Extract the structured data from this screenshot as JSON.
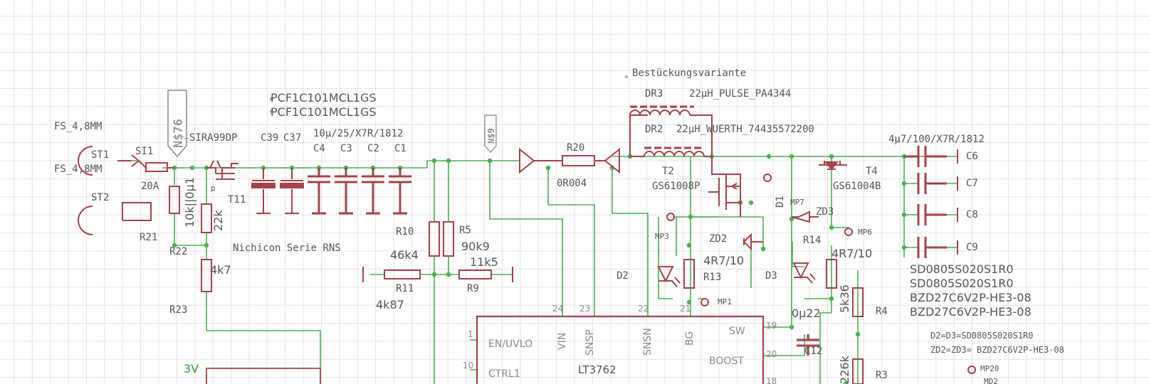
{
  "colors": {
    "wire": "#4caf50",
    "part": "#a5424a",
    "text": "#555555",
    "pin": "#7a7a7a",
    "grid": "#e3e3e3"
  },
  "connectors": {
    "st1": "ST1",
    "st2": "ST2",
    "fs_top": "FS_4,8MM",
    "fs_bot": "FS_4,8MM"
  },
  "fuse": {
    "name": "SI1",
    "value": "20A"
  },
  "nets": {
    "n76": "N$76",
    "n9": "N$9",
    "v3": "3V"
  },
  "resistors": {
    "r21": "R21",
    "r22": "R22",
    "r23": "R23",
    "r21_val": "10k||0µ1",
    "r22_val": "22k",
    "r23_val": "4k7",
    "r10": "R10",
    "r5": "R5",
    "r10_val": "46k4",
    "r5_val": "90k9",
    "r11": "R11",
    "r9": "R9",
    "r11_val": "4k87",
    "r9_val": "11k5",
    "r20": "R20",
    "r20_val": "0R004",
    "r13": "R13",
    "r13_val": "4R7/10",
    "r14": "R14",
    "r14_val": "4R7/10",
    "r4": "R4",
    "r4_val": "5k36",
    "r3": "R3",
    "r3_val": "226k"
  },
  "mosfets": {
    "t11": "T11",
    "t11_part": "SIRA99DP",
    "t2": "T2",
    "t2_part": "GS61008P",
    "t4": "T4",
    "t4_part": "GS61004B",
    "p_label": "p"
  },
  "capacitors": {
    "c39": "C39",
    "c37": "C37",
    "c4": "C4",
    "c3": "C3",
    "c2": "C2",
    "c1": "C1",
    "c_part1": "PCF1C101MCL1GS",
    "c_part2": "PCF1C101MCL1GS",
    "c_in_val": "10µ/25/X7R/1812",
    "nichicon": "Nichicon Serie RNS",
    "c6": "C6",
    "c7": "C7",
    "c8": "C8",
    "c9": "C9",
    "c_out_val": "4µ7/100/X7R/1812",
    "c12": "C12",
    "c12_val": "0µ22"
  },
  "inductors": {
    "title": "Bestückungsvariante",
    "dr3": "DR3",
    "dr3_part": "22µH_PULSE_PA4344",
    "dr2": "DR2",
    "dr2_part": "22µH_WUERTH_74435572200"
  },
  "diodes": {
    "d1": "D1",
    "d2": "D2",
    "d3": "D3",
    "zd2": "ZD2",
    "zd3": "ZD3",
    "parts": [
      "SD0805S020S1R0",
      "SD0805S020S1R0",
      "BZD27C6V2P-HE3-08",
      "BZD27C6V2P-HE3-08"
    ],
    "note1": "D2=D3=SD0805S020S1R0",
    "note2": "ZD2=ZD3= BZD27C6V2P-HE3-08"
  },
  "testpoints": {
    "mp1": "MP1",
    "mp3": "MP3",
    "mp6": "MP6",
    "mp7": "MP7",
    "mp20": "MP20",
    "md2": "MD2"
  },
  "ic": {
    "name": "LT3762",
    "pins": [
      {
        "num": "1",
        "name": "EN/UVLO"
      },
      {
        "num": "10",
        "name": "CTRL1"
      },
      {
        "num": "24",
        "name": "VIN"
      },
      {
        "num": "23",
        "name": "SNSP"
      },
      {
        "num": "22",
        "name": "SNSN"
      },
      {
        "num": "21",
        "name": "BG"
      },
      {
        "num": "19",
        "name": "SW"
      },
      {
        "num": "20",
        "name": "BOOST"
      },
      {
        "num": "18",
        "name": ""
      }
    ]
  }
}
